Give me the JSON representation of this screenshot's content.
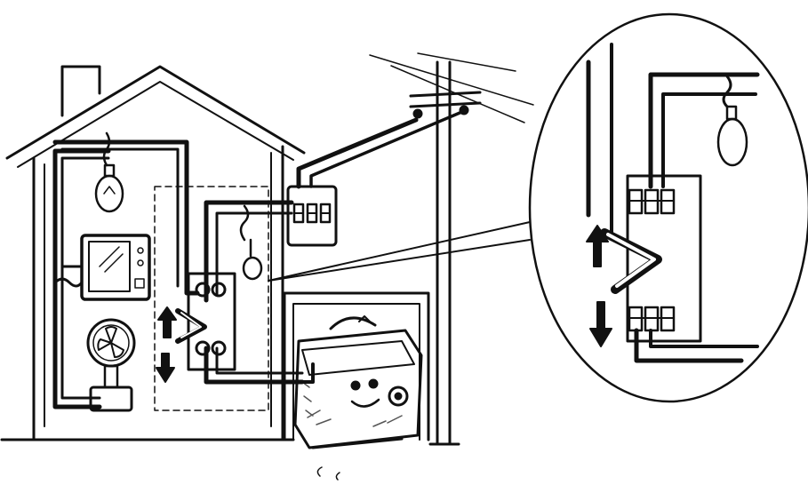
{
  "colors": {
    "ink": "#111111",
    "paper": "#ffffff",
    "hatch": "#555555"
  },
  "elements": {
    "house": "house-outline",
    "ceiling_lamp": "bulb-icon",
    "television": "tv-icon",
    "fan": "fan-icon",
    "transfer_switch": "transfer-switch",
    "meter_panel": "meter-box",
    "utility_pole": "utility-pole",
    "generator": "generator",
    "detail_view": "magnified-switch-detail",
    "arrow_up": "arrow-up-icon",
    "arrow_down": "arrow-down-icon"
  }
}
